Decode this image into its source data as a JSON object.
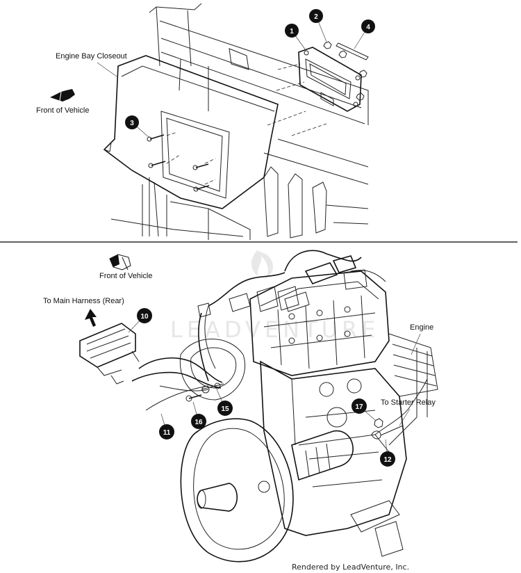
{
  "top_panel": {
    "labels": {
      "engine_bay_closeout": "Engine Bay Closeout",
      "front_of_vehicle": "Front of Vehicle"
    },
    "callouts": [
      "1",
      "2",
      "3",
      "4"
    ]
  },
  "bottom_panel": {
    "labels": {
      "front_of_vehicle": "Front of Vehicle",
      "to_main_harness": "To Main Harness (Rear)",
      "engine": "Engine",
      "to_starter_relay": "To Starter Relay"
    },
    "callouts": [
      "10",
      "11",
      "12",
      "15",
      "16",
      "17"
    ]
  },
  "watermark": "LEADVENTURE",
  "credit": "Rendered by LeadVenture, Inc.",
  "colors": {
    "callout_fill": "#111111",
    "line": "#222222",
    "divider": "#000000",
    "watermark": "#e6e6e6"
  }
}
